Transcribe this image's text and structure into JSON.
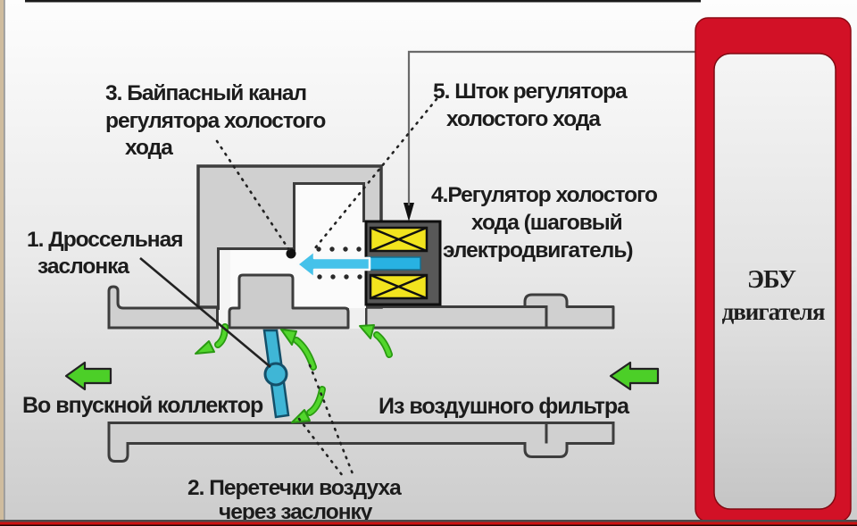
{
  "labels": {
    "bypass": {
      "line1": "3. Байпасный канал",
      "line2": "регулятора холостого",
      "line3": "хода"
    },
    "stem": {
      "line1": "5. Шток регулятора",
      "line2": "холостого хода"
    },
    "regulator": {
      "line1": "4.Регулятор холостого",
      "line2": "хода (шаговый",
      "line3": "электродвигатель)"
    },
    "throttle": {
      "line1": "1. Дроссельная",
      "line2": "заслонка"
    },
    "leakage": {
      "line1": "2. Перетечки воздуха",
      "line2": "через заслонку"
    },
    "to_manifold": "Во впускной коллектор",
    "from_air_filter": "Из воздушного фильтра"
  },
  "ecu": {
    "line1": "ЭБУ",
    "line2": "двигателя"
  },
  "colors": {
    "green_arrow": "#4ccf28",
    "green_arrow_dark": "#2a9a12",
    "ecu_red": "#d21126",
    "coil_yellow": "#f2e41e",
    "shaft_blue": "#45c2ea",
    "shaft_inner_blue": "#28b2e2",
    "throttle_blue": "#3fb6d6",
    "part_gray": "#d0d0d0",
    "progress_red": "#cc1111"
  }
}
